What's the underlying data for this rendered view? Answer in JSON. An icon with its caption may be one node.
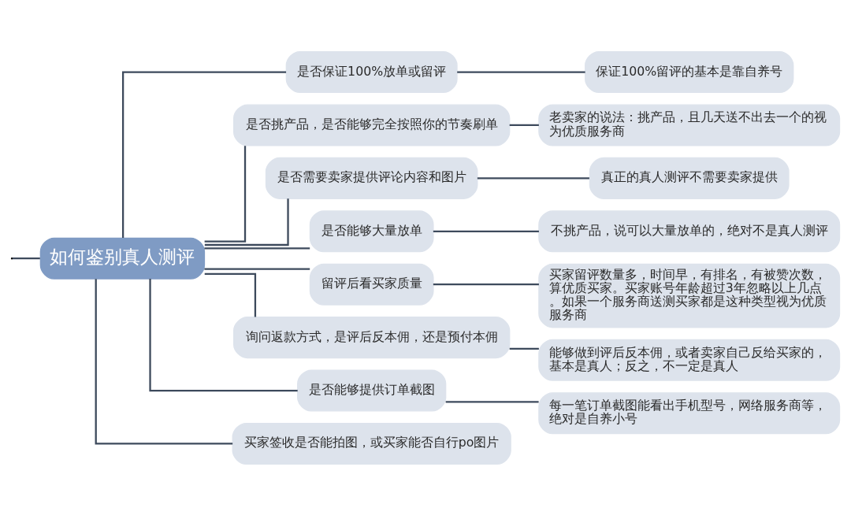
{
  "diagram": {
    "nodes": [
      {
        "text": [
          "如何鉴别真人测评"
        ]
      },
      {
        "text": [
          "是否保证100%放单或留评"
        ]
      },
      {
        "text": [
          "保证100%留评的基本是靠自养号"
        ]
      },
      {
        "text": [
          "是否挑产品，是否能够完全按照你的节奏刷单"
        ]
      },
      {
        "text": [
          "老卖家的说法：挑产品，且几天送不出去一个的视为优质服务商"
        ]
      },
      {
        "text": [
          "是否需要卖家提供评论内容和图片"
        ]
      },
      {
        "text": [
          "真正的真人测评不需要卖家提供"
        ]
      },
      {
        "text": [
          "是否能够大量放单"
        ]
      },
      {
        "text": [
          "不挑产品，说可以大量放单的，绝对不是真人测评"
        ]
      },
      {
        "text": [
          "留评后看买家质量"
        ]
      },
      {
        "text": [
          "买家留评数量多，时间早，有排名，有被赞次数，算优质买家。买家账号年龄超过3年忽略以上几点。如果一个服务商送测买家都是这种类型视为优质服务商"
        ]
      },
      {
        "text": [
          "询问返款方式，是评后反本佣，还是预付本佣"
        ]
      },
      {
        "text": [
          "能够做到评后反本佣，或者卖家自己反给买家的，基本是真人；反之，不一定是真人"
        ]
      },
      {
        "text": [
          "是否能够提供订单截图"
        ]
      },
      {
        "text": [
          "每一笔订单截图能看出手机型号，网络服务商等，绝对是自养小号"
        ]
      },
      {
        "text": [
          "买家签收是否能拍图，或买家能否自行po图片"
        ]
      }
    ],
    "edges": [
      {
        "from": null,
        "to": 0,
        "arrow": "none"
      },
      {
        "from": 0,
        "to": 1,
        "arrow": "none"
      },
      {
        "from": 1,
        "to": 2,
        "arrow": "none"
      },
      {
        "from": 0,
        "to": 3,
        "arrow": "none"
      },
      {
        "from": 3,
        "to": 4,
        "arrow": "none"
      },
      {
        "from": 0,
        "to": 5,
        "arrow": "none"
      },
      {
        "from": 5,
        "to": 6,
        "arrow": "none"
      },
      {
        "from": 0,
        "to": 7,
        "arrow": "none"
      },
      {
        "from": 7,
        "to": 8,
        "arrow": "none"
      },
      {
        "from": 0,
        "to": 9,
        "arrow": "none"
      },
      {
        "from": 9,
        "to": 10,
        "arrow": "none"
      },
      {
        "from": 0,
        "to": 11,
        "arrow": "none"
      },
      {
        "from": 11,
        "to": 12,
        "arrow": "none"
      },
      {
        "from": 0,
        "to": 13,
        "arrow": "none"
      },
      {
        "from": 13,
        "to": 14,
        "arrow": "none"
      },
      {
        "from": 0,
        "to": 15,
        "arrow": "none"
      }
    ]
  }
}
